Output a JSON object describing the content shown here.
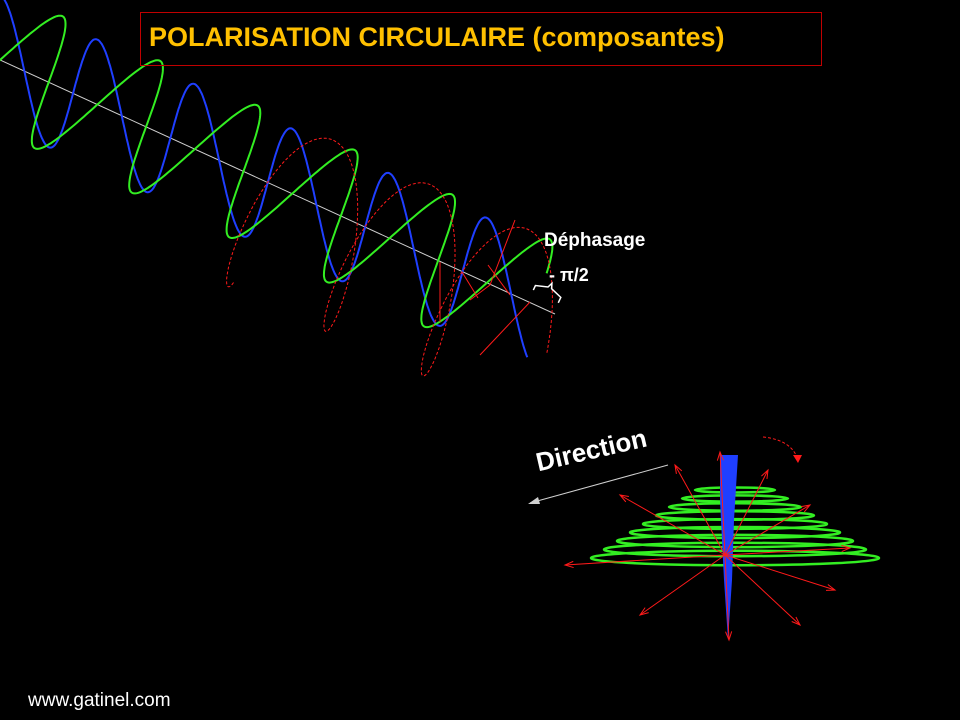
{
  "title": "POLARISATION CIRCULAIRE (composantes)",
  "labels": {
    "dephasage": "Déphasage",
    "phase_shift": "- π/2",
    "direction": "Direction"
  },
  "footer": "www.gatinel.com",
  "colors": {
    "title": "#ffc000",
    "title_border": "#c00000",
    "vertical_component": "#1f3fff",
    "horizontal_component": "#33ee22",
    "resultant_field": "#ff1a1a",
    "axis": "#d0d0d0"
  }
}
